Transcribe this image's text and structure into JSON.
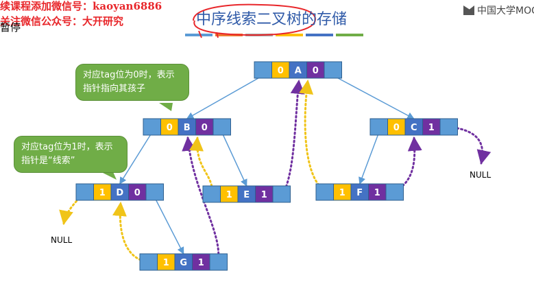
{
  "watermark": {
    "line1": "续课程添加微信号：kaoyan6886",
    "line2": "关注微信公众号：大开研究"
  },
  "pause_label": "暂停",
  "title": "中序线索二叉树的存储",
  "logo": "中国大学MOOC",
  "colors": {
    "edge_blue": "#5b9bd5",
    "tag_gold": "#ffc000",
    "data_blue": "#4472c4",
    "tag_purple": "#7030a0",
    "pred_thread": "#f0c419",
    "succ_thread": "#7030a0",
    "callout_green": "#70ad47",
    "title_blue": "#2f5aa8"
  },
  "title_bar_colors": [
    "#5b9bd5",
    "#ed7d31",
    "#a5a5a5",
    "#ffc000",
    "#4472c4",
    "#70ad47"
  ],
  "callouts": [
    {
      "id": "tag0",
      "text": "对应tag位为0时，表示指针指向其孩子"
    },
    {
      "id": "tag1",
      "text": "对应tag位为1时，表示指针是“线索”"
    }
  ],
  "null_labels": [
    "NULL",
    "NULL"
  ],
  "nodes": [
    {
      "id": "A",
      "ltag": "0",
      "data": "A",
      "rtag": "0"
    },
    {
      "id": "B",
      "ltag": "0",
      "data": "B",
      "rtag": "0"
    },
    {
      "id": "C",
      "ltag": "0",
      "data": "C",
      "rtag": "1"
    },
    {
      "id": "D",
      "ltag": "1",
      "data": "D",
      "rtag": "0"
    },
    {
      "id": "E",
      "ltag": "1",
      "data": "E",
      "rtag": "1"
    },
    {
      "id": "F",
      "ltag": "1",
      "data": "F",
      "rtag": "1"
    },
    {
      "id": "G",
      "ltag": "1",
      "data": "G",
      "rtag": "1"
    }
  ]
}
